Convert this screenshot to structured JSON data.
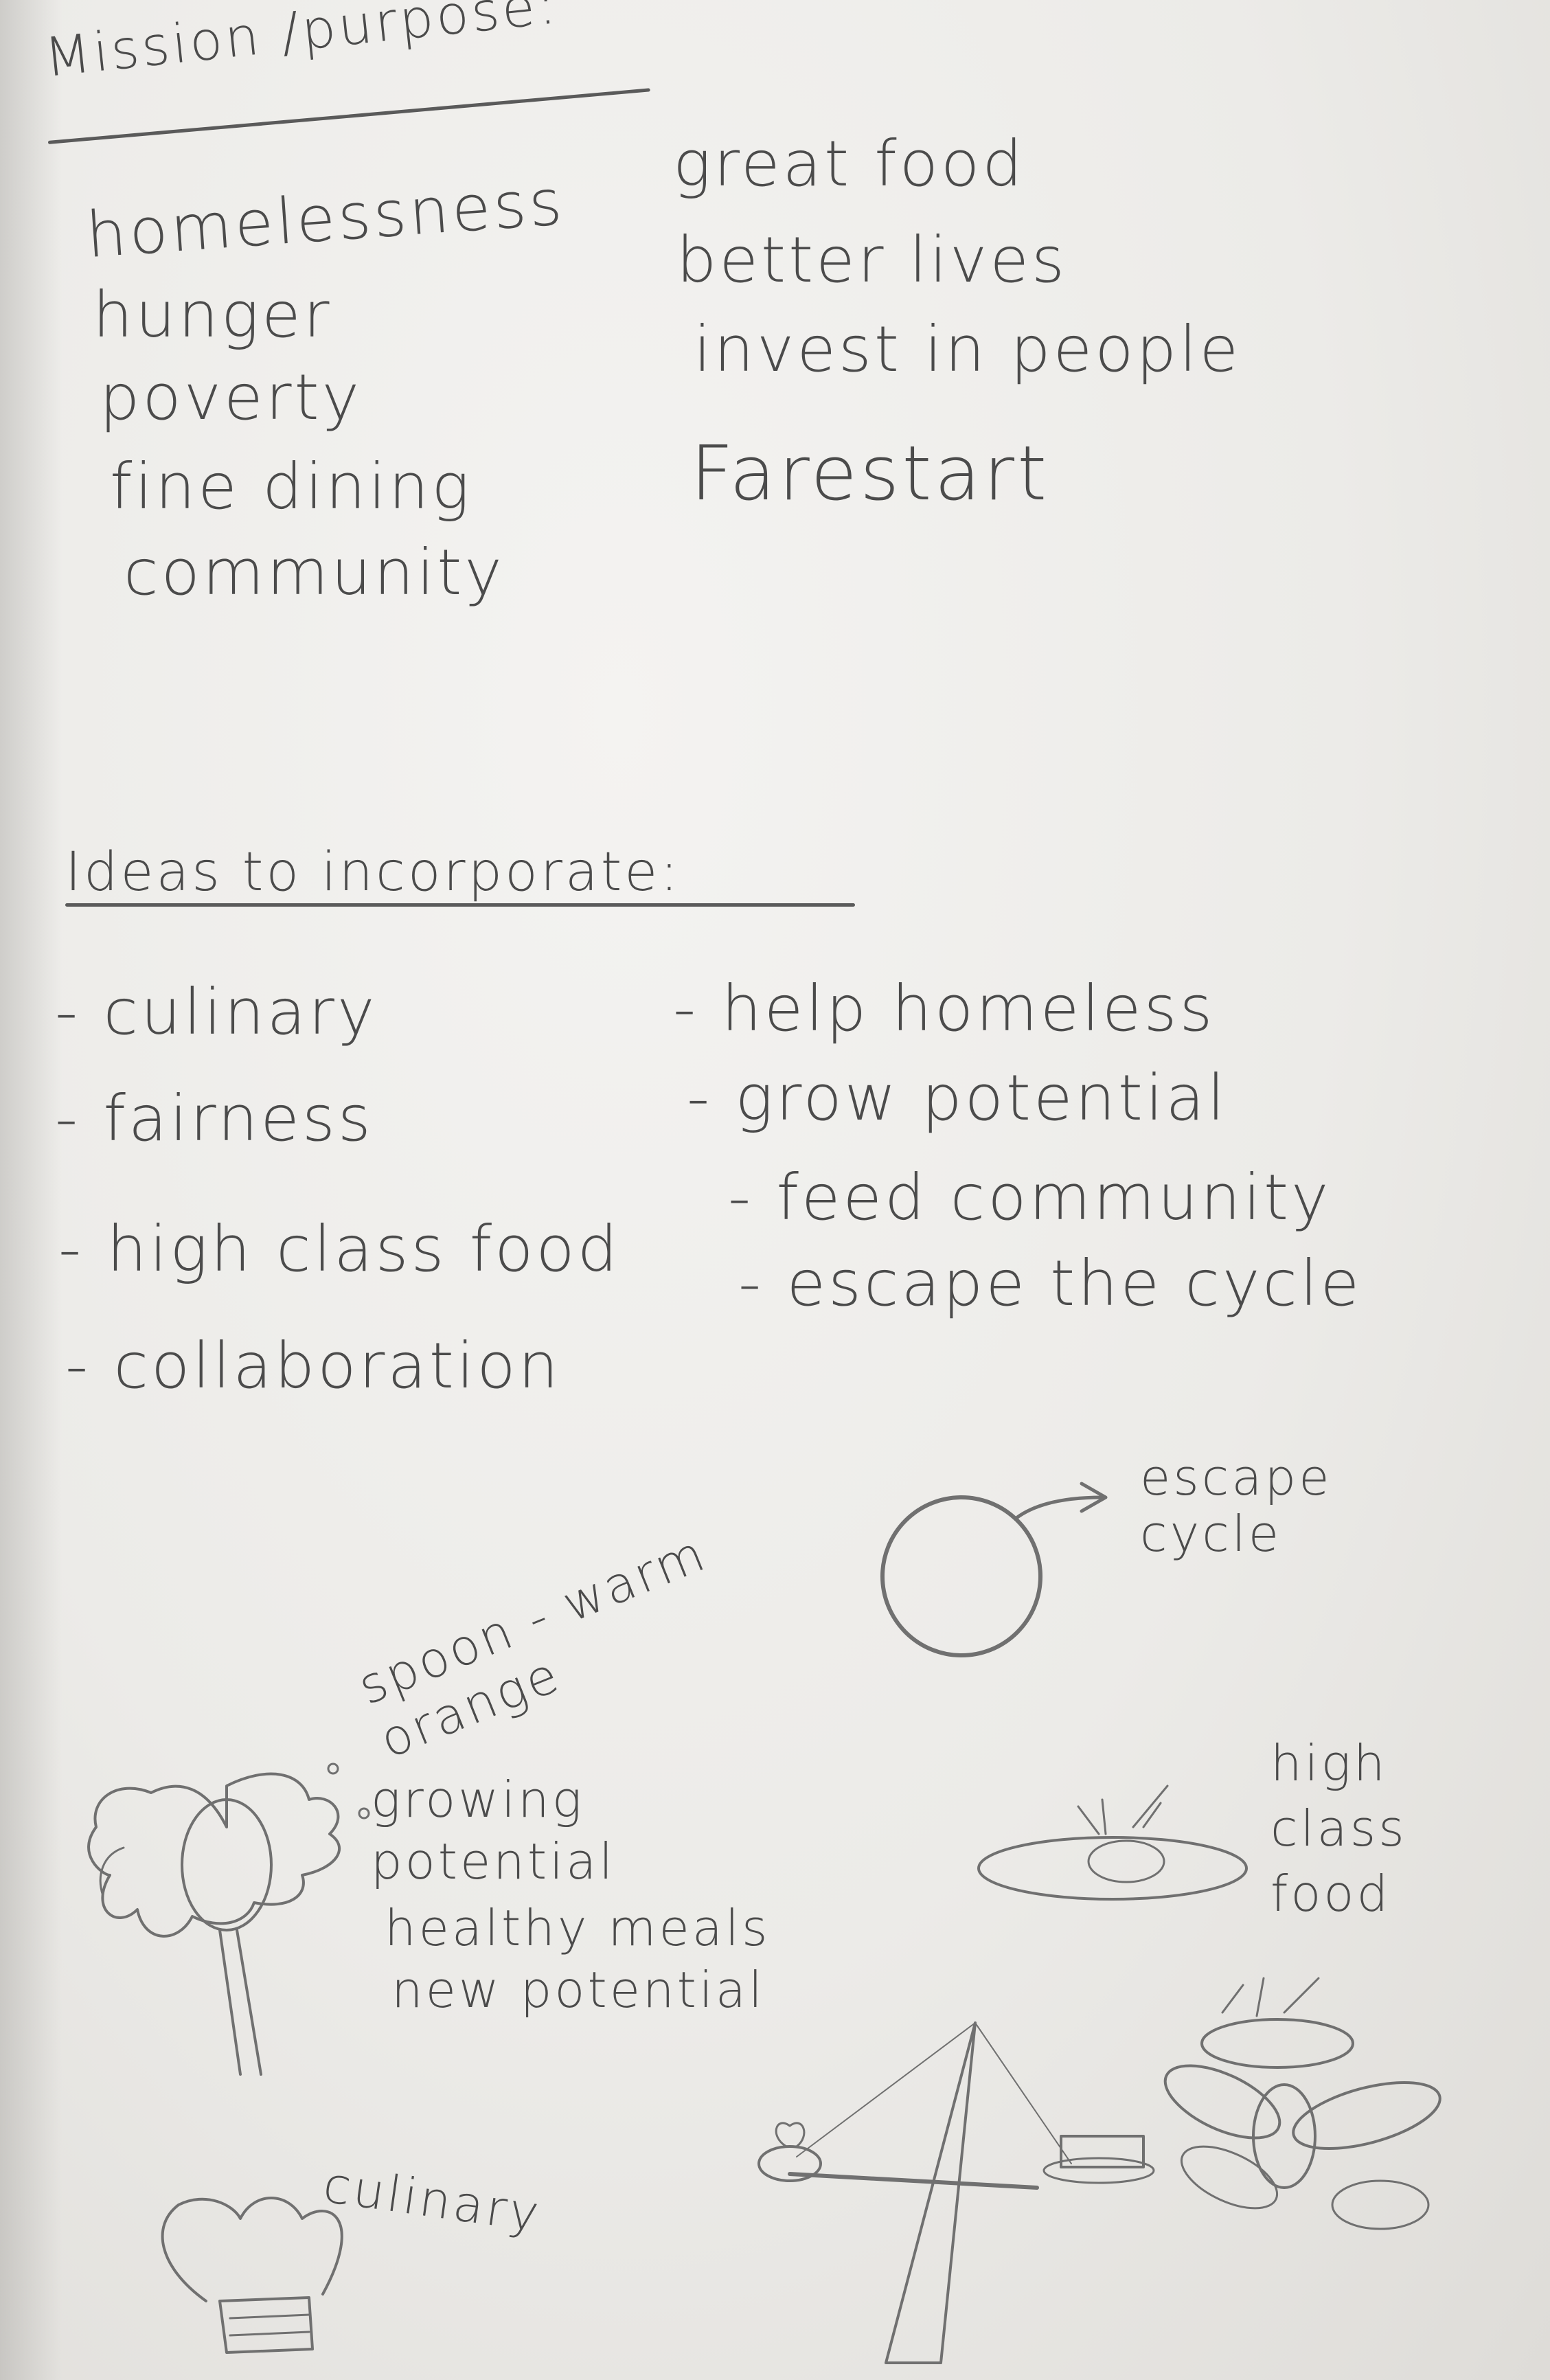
{
  "mission": {
    "heading": "Mission /purpose:",
    "left_words": [
      "homelessness",
      "hunger",
      "poverty",
      "fine dining",
      "community"
    ],
    "right_words": [
      "great food",
      "better lives",
      "invest in people",
      "Farestart"
    ]
  },
  "ideas": {
    "heading": "Ideas to incorporate:",
    "left_items": [
      "- culinary",
      "- fairness",
      "- high class food",
      "- collaboration"
    ],
    "right_items": [
      "- help homeless",
      "- grow potential",
      "- feed community",
      "- escape the cycle"
    ]
  },
  "sketches": {
    "cycle_label": "escape cycle",
    "spoon_note": "spoon - warm orange",
    "tree_bullets": [
      "growing potential",
      "healthy meals",
      "new potential"
    ],
    "plate_label": "high class food",
    "chef_label": "culinary"
  }
}
